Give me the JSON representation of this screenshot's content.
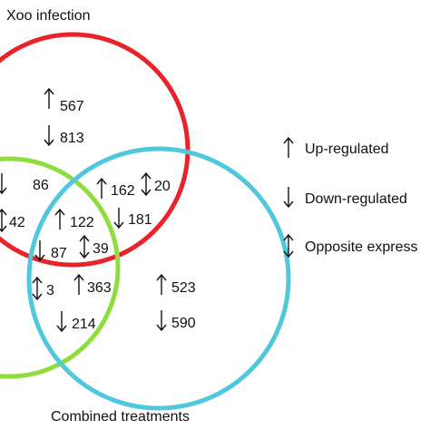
{
  "sets": [
    {
      "label": "Xoo infection",
      "color": "#e8232a"
    },
    {
      "label": "",
      "color": "#8fdc3f"
    },
    {
      "label": "Combined treatments",
      "color": "#4fc7dd"
    }
  ],
  "regions": [
    {
      "up": "567",
      "down": "813"
    },
    {
      "down": "86"
    },
    {
      "both": "42"
    },
    {
      "up": "162",
      "down": "181",
      "both": "20"
    },
    {
      "up": "122"
    },
    {
      "down": "87"
    },
    {
      "both": "39"
    },
    {
      "both": "3"
    },
    {
      "up": "363",
      "down": "214"
    },
    {
      "up": "523",
      "down": "590"
    }
  ],
  "legend": [
    {
      "symbol": "up-arrow",
      "label": "Up-regulated"
    },
    {
      "symbol": "down-arrow",
      "label": "Down-regulated"
    },
    {
      "symbol": "double-arrow",
      "label": "Opposite express"
    }
  ]
}
